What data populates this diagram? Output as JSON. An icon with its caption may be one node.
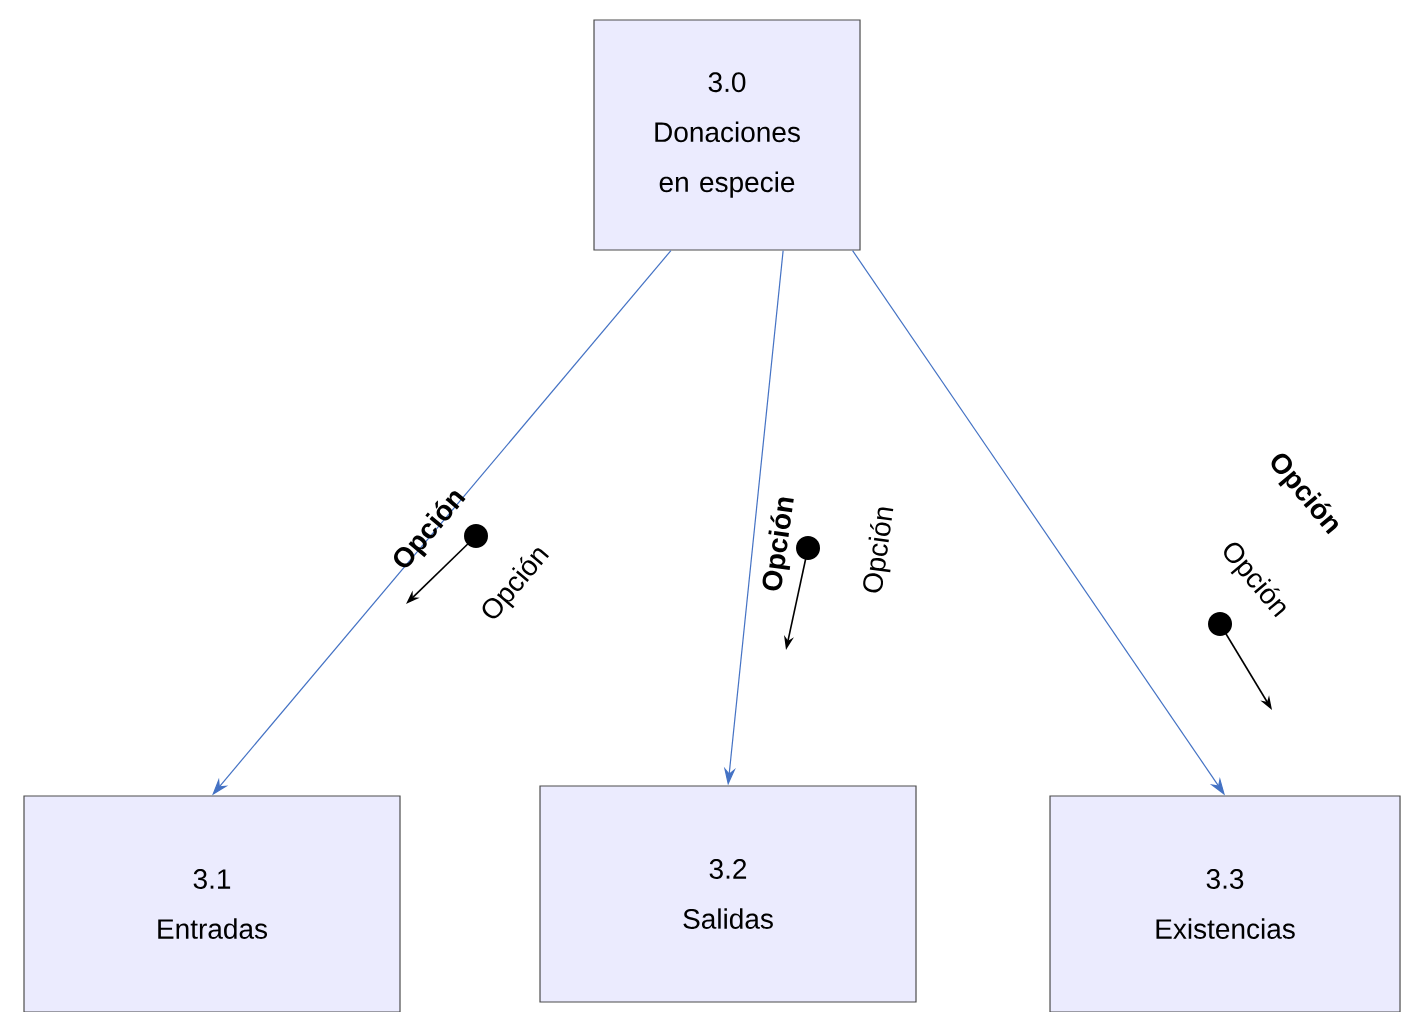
{
  "diagram": {
    "nodes": [
      {
        "text": [
          "3.0",
          "Donaciones en especie"
        ]
      },
      {
        "text": [
          "3.1",
          "Entradas"
        ]
      },
      {
        "text": [
          "3.2",
          "Salidas"
        ]
      },
      {
        "text": [
          "3.3",
          "Existencias"
        ]
      }
    ],
    "edges": [
      {
        "from": 0,
        "to": 1,
        "arrow": "to"
      },
      {
        "from": 0,
        "to": 2,
        "arrow": "to"
      },
      {
        "from": 0,
        "to": 3,
        "arrow": "to"
      }
    ],
    "labels": [
      "**Opción**",
      "Opción",
      "**Opción**",
      "Opción",
      "**Opción**",
      "Opción"
    ]
  }
}
